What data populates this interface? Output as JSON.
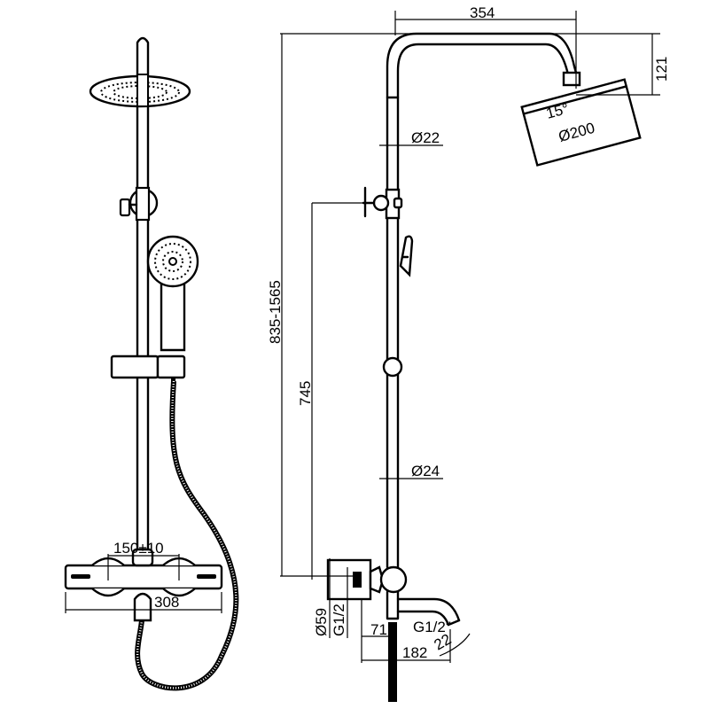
{
  "diagram": {
    "title": "Thermostatic shower column – dimensional drawing",
    "front_view": {
      "labels": {
        "center_distance": "150±10",
        "mixer_width": "308"
      }
    },
    "side_view": {
      "labels": {
        "arm_reach": "354",
        "head_drop": "121",
        "head_tilt": "15°",
        "head_diameter": "Ø200",
        "upper_tube_diameter": "Ø22",
        "lower_tube_diameter": "Ø24",
        "total_height": "835-1565",
        "outlet_height": "745",
        "wall_plate_diameter": "Ø59",
        "inlet_thread": "G1/2",
        "spout_thread": "G1/2\"",
        "spout_angle": "22",
        "wall_to_pipe": "71",
        "spout_projection": "182"
      }
    }
  }
}
